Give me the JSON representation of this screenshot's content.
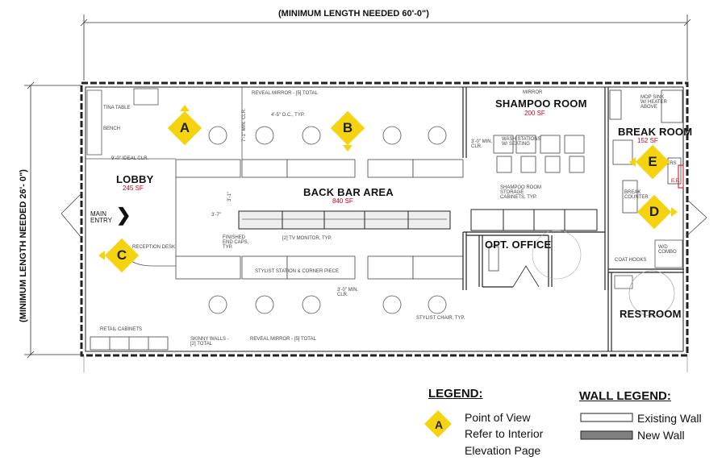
{
  "dimensions": {
    "length": "(MINIMUM LENGTH NEEDED 60'-0\")",
    "width": "(MINIMUM LENGTH NEEDED 26'- 0\")"
  },
  "rooms": {
    "lobby": {
      "name": "LOBBY",
      "area": "245 SF"
    },
    "back_bar": {
      "name": "BACK BAR AREA",
      "area": "840 SF"
    },
    "shampoo": {
      "name": "SHAMPOO ROOM",
      "area": "200 SF"
    },
    "break_room": {
      "name": "BREAK ROOM",
      "area": "152 SF"
    },
    "office": {
      "name": "OPT. OFFICE"
    },
    "restroom": {
      "name": "RESTROOM"
    }
  },
  "entry": {
    "label": "MAIN ENTRY"
  },
  "notes": {
    "tina_table": "TINA TABLE",
    "bench": "BENCH",
    "reveal_mirror_top": "REVEAL MIRROR - [5] TOTAL",
    "min_clr_7": "7'-1\" MIN. CLR.",
    "oc_typ": "4'-5\" O.C., TYP.",
    "ideal_clr": "9'-0\" IDEAL CLR.",
    "reception": "RECEPTION DESK",
    "finished_end": "FINISHED END CAPS, TYP.",
    "tv_monitor": "[2] TV MONITOR, TYP.",
    "stylist_station": "STYLIST STATION & CORNER PIECE",
    "dim_3_1": "3'-1\"",
    "dim_3_7": "3'-7\"",
    "min_clr_3_0": "3'-0\" MIN. CLR.",
    "min_clr_3_0b": "3'-0\" MIN. CLR.",
    "stylist_chair": "STYLIST CHAIR, TYP.",
    "retail": "RETAIL CABINETS",
    "skinny_walls": "SKINNY WALLS - [2] TOTAL",
    "reveal_mirror_bottom": "REVEAL MIRROR - [5] TOTAL",
    "mirror": "MIRROR",
    "wash_stations": "WASH STATIONS W/ SEATING",
    "shampoo_storage": "SHAMPOO ROOM STORAGE CABINETS, TYP.",
    "mop_sink": "MOP SINK W/ HEATER ABOVE",
    "lockers": "LOCKERS",
    "break_counter": "BREAK COUNTER",
    "coat_hooks": "COAT HOOKS",
    "wd_combo": "W/D COMBO",
    "ep": "E.P."
  },
  "points_of_view": [
    {
      "letter": "A",
      "direction": "up"
    },
    {
      "letter": "B",
      "direction": "down"
    },
    {
      "letter": "C",
      "direction": "left"
    },
    {
      "letter": "D",
      "direction": "right"
    },
    {
      "letter": "E",
      "direction": "left"
    }
  ],
  "legend": {
    "title": "LEGEND:",
    "symbol_letter": "A",
    "line1": "Point of View",
    "line2": "Refer to Interior",
    "line3": "Elevation Page"
  },
  "wall_legend": {
    "title": "WALL LEGEND:",
    "existing": "Existing Wall",
    "new": "New Wall"
  },
  "colors": {
    "accent": "#f5d311",
    "area_text": "#d0021b",
    "new_wall": "#808080"
  }
}
